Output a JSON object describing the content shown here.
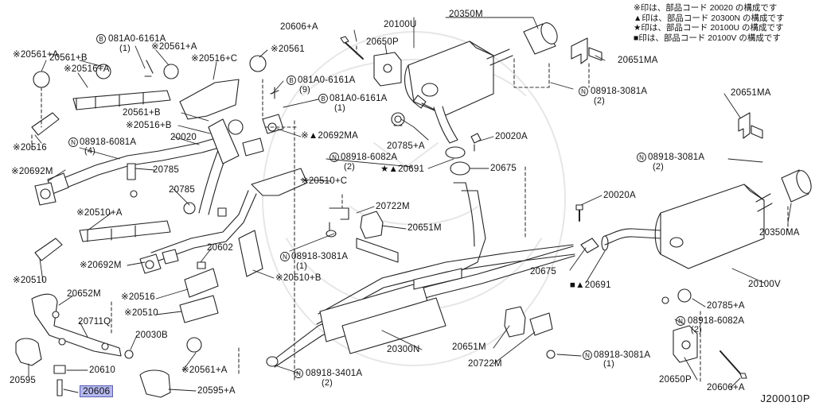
{
  "legend": [
    "※印は、部品コード 20020 の構成です",
    "▲印は、部品コード 20300N の構成です",
    "★印は、部品コード 20100U の構成です",
    "■印は、部品コード 20100V の構成です"
  ],
  "figure_id": "J200010P",
  "highlight_color": "#b4b8ee",
  "labels": {
    "p20606_a": "20606+A",
    "p20100u": "20100U",
    "p20350m": "20350M",
    "p20650p": "20650P",
    "p20651ma_top": "20651MA",
    "p20561pa_1": "※20561+A",
    "p20561pb": "20561+B",
    "p20516pa": "※20516+A",
    "p081a0_a": "081A0-6161A",
    "p081a0_a_q": "(1)",
    "p20561pa_2": "※20561+A",
    "p20516pc": "※20516+C",
    "p20561": "※20561",
    "p081a0_b": "081A0-6161A",
    "p081a0_b_q": "(9)",
    "p081a0_c": "081A0-6161A",
    "p081a0_c_q": "(1)",
    "p08918_3081a_top": "08918-3081A",
    "p08918_3081a_top_q": "(2)",
    "p20516": "※20516",
    "p20561pb_2": "20561+B",
    "p20516pb": "※20516+B",
    "p20692ma": "※▲20692MA",
    "p20785pa_top": "20785+A",
    "p20020a_top": "20020A",
    "p08918_6081a": "08918-6081A",
    "p08918_6081a_q": "(4)",
    "p20020": "20020",
    "p08918_6082a_top": "08918-6082A",
    "p08918_6082a_top_q": "(2)",
    "p20691_top": "★▲20691",
    "p20675_top": "20675",
    "p20651ma_right": "20651MA",
    "p08918_3081a_right": "08918-3081A",
    "p08918_3081a_right_q": "(2)",
    "p20692m": "※20692M",
    "p20785": "20785",
    "p20510pc": "※20510+C",
    "p20785_2": "20785",
    "p20722m_top": "20722M",
    "p20020a_mid": "20020A",
    "p20510pa": "※20510+A",
    "p20651m_mid": "20651M",
    "p20350ma": "20350MA",
    "p08918_3081a_mid": "08918-3081A",
    "p08918_3081a_mid_q": "(1)",
    "p20602": "20602",
    "p20692m_2": "※20692M",
    "p20510pb": "※20510+B",
    "p20675_mid": "20675",
    "p20691_mid": "■▲20691",
    "p20100v": "20100V",
    "p20510": "※20510",
    "p20516_2": "※20516",
    "p20652m": "20652M",
    "p20785pa_bot": "20785+A",
    "p20510_2": "※20510",
    "p08918_6082a_bot": "08918-6082A",
    "p08918_6082a_bot_q": "(2)",
    "p20711q": "20711Q",
    "p20030b": "20030B",
    "p20300n": "20300N",
    "p20651m_bot": "20651M",
    "p20722m_bot": "20722M",
    "p08918_3081a_bot": "08918-3081A",
    "p08918_3081a_bot_q": "(1)",
    "p20610": "20610",
    "p20561pa_3": "※20561+A",
    "p20595": "20595",
    "p08918_3401a": "08918-3401A",
    "p08918_3401a_q": "(2)",
    "p20650p_bot": "20650P",
    "p20606pa_bot": "20606+A",
    "p20606": "20606",
    "p20595pa": "20595+A"
  }
}
